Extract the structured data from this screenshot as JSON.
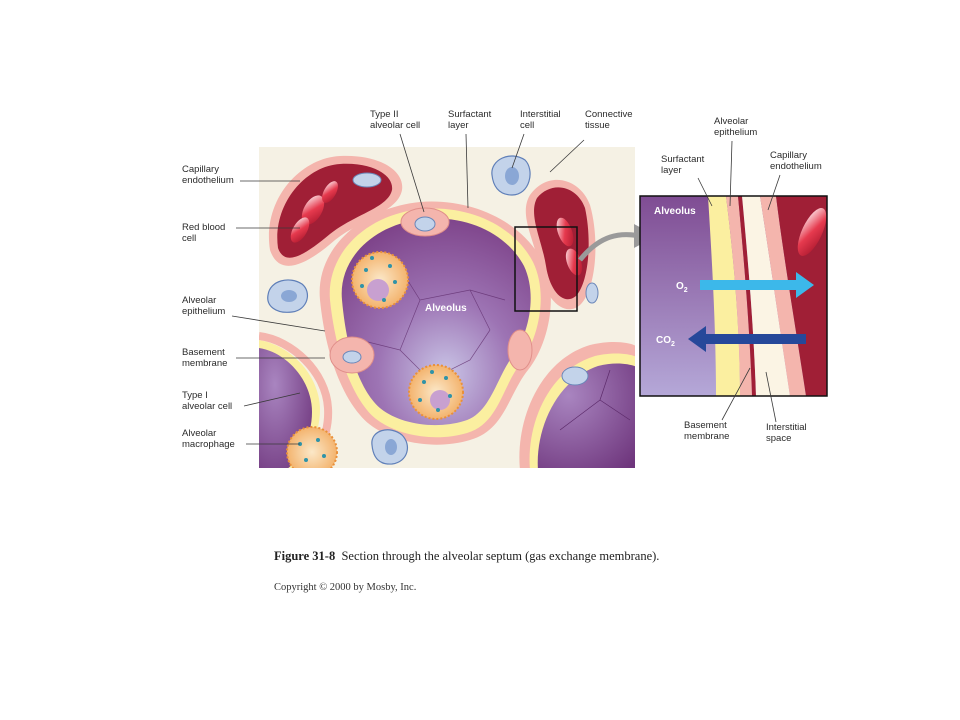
{
  "figure": {
    "number": "Figure 31-8",
    "caption": "Section through the alveolar septum (gas exchange membrane).",
    "copyright": "Copyright © 2000 by Mosby, Inc."
  },
  "left_labels": {
    "capillary_endothelium": [
      "Capillary",
      "endothelium"
    ],
    "red_blood_cell": [
      "Red blood",
      "cell"
    ],
    "alveolar_epithelium": [
      "Alveolar",
      "epithelium"
    ],
    "basement_membrane": [
      "Basement",
      "membrane"
    ],
    "type1_cell": [
      "Type I",
      "alveolar cell"
    ],
    "alveolar_macrophage": [
      "Alveolar",
      "macrophage"
    ]
  },
  "top_labels": {
    "type2_cell": [
      "Type II",
      "alveolar cell"
    ],
    "surfactant_layer": [
      "Surfactant",
      "layer"
    ],
    "interstitial_cell": [
      "Interstitial",
      "cell"
    ],
    "connective_tissue": [
      "Connective",
      "tissue"
    ]
  },
  "main_view": {
    "alveolus": "Alveolus"
  },
  "inset": {
    "alveolus": "Alveolus",
    "o2": "O",
    "o2_sub": "2",
    "co2": "CO",
    "co2_sub": "2",
    "labels": {
      "surfactant_layer": [
        "Surfactant",
        "layer"
      ],
      "alveolar_epithelium": [
        "Alveolar",
        "epithelium"
      ],
      "capillary_endothelium": [
        "Capillary",
        "endothelium"
      ],
      "basement_membrane": [
        "Basement",
        "membrane"
      ],
      "interstitial_space": [
        "Interstitial",
        "space"
      ]
    }
  },
  "colors": {
    "background_panel": "#f5f1e4",
    "capillary": "#a01f36",
    "endothelium": "#f4b5ad",
    "alveolus": "#8f5fa0",
    "surfactant": "#fbefa0",
    "o2_arrow": "#3cb8ea",
    "co2_arrow": "#26489a"
  }
}
